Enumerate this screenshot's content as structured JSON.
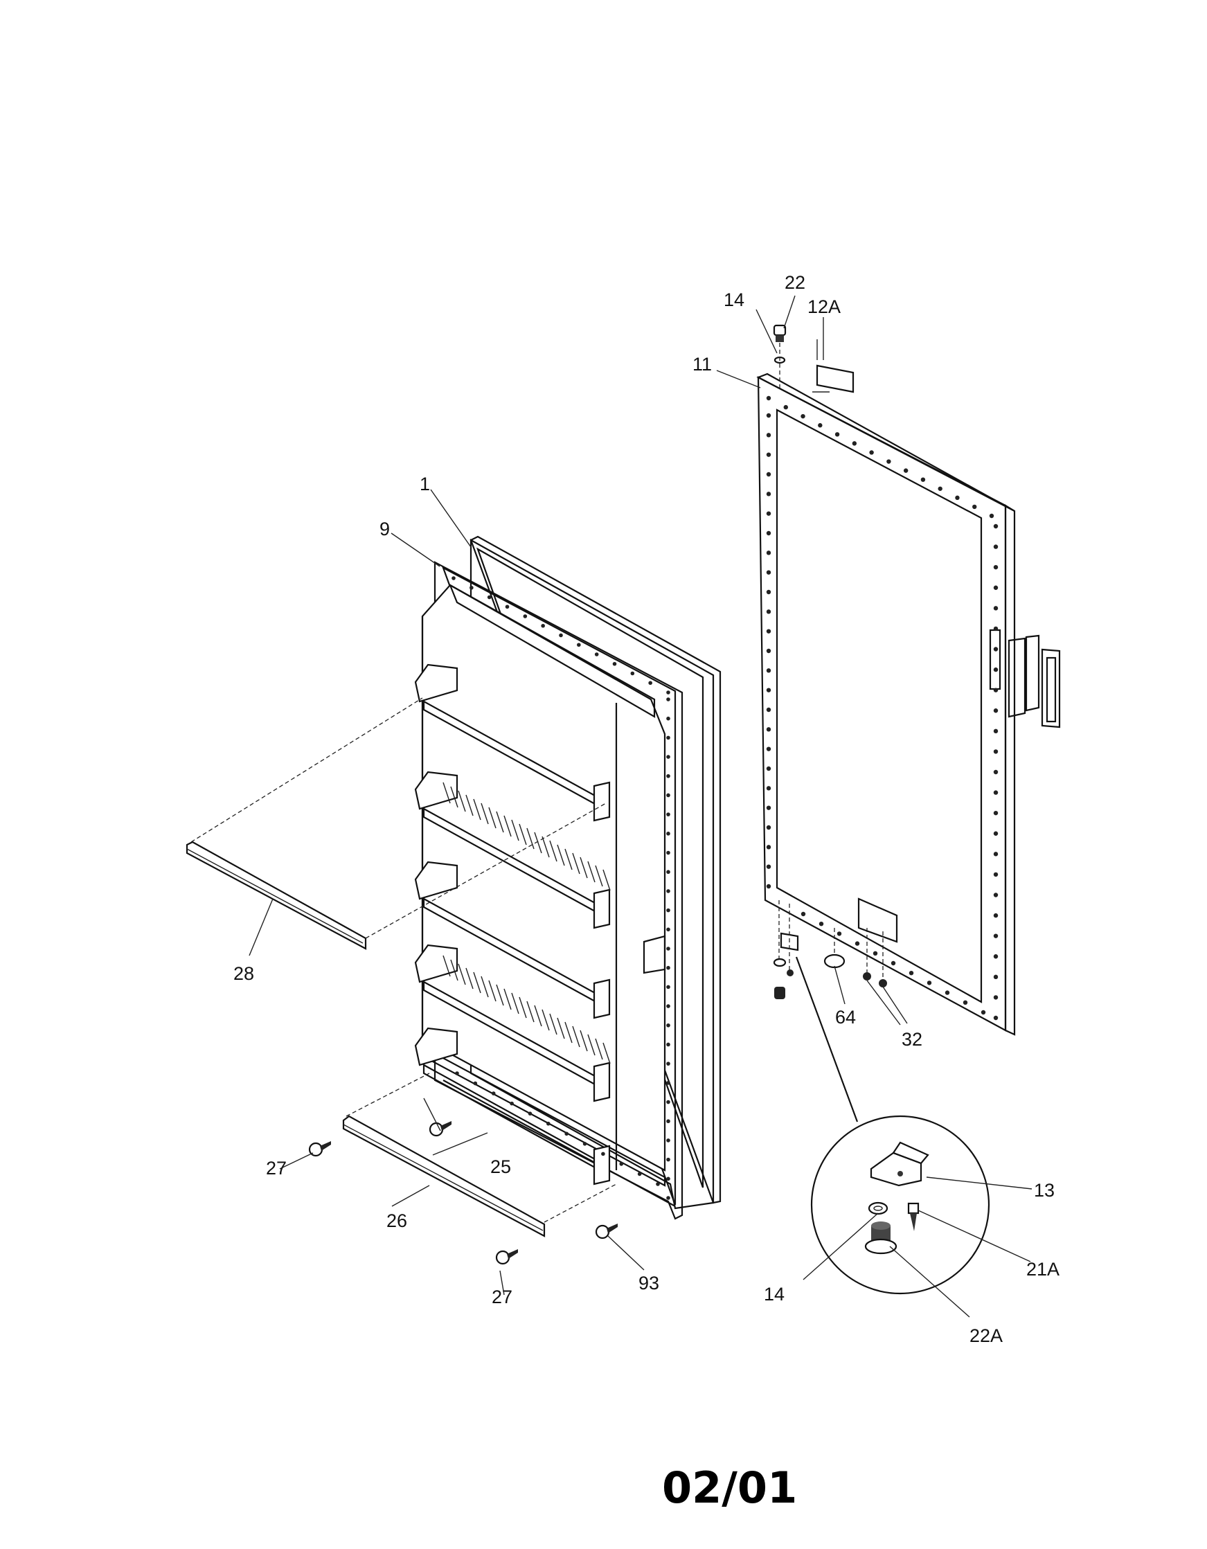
{
  "callouts": {
    "c1": "1",
    "c9": "9",
    "c11": "11",
    "c12a": "12A",
    "c13": "13",
    "c14_top": "14",
    "c14_detail": "14",
    "c21a": "21A",
    "c22": "22",
    "c22a": "22A",
    "c25": "25",
    "c26": "26",
    "c27_upper": "27",
    "c27_lower": "27",
    "c28": "28",
    "c32": "32",
    "c64": "64",
    "c93": "93"
  },
  "footer": {
    "code": "02/01"
  }
}
